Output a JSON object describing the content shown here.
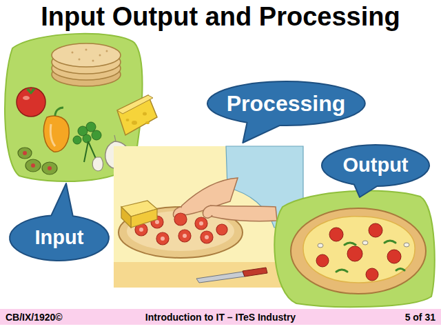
{
  "diagram": {
    "title": "Input Output and Processing",
    "nodes": [
      {
        "text": [
          "Processing"
        ]
      },
      {
        "text": [
          "Output"
        ]
      },
      {
        "text": [
          "Input"
        ]
      }
    ],
    "labels": [
      "CB/IX/1920©",
      "Introduction to IT – ITeS Industry",
      "5 of 31"
    ]
  }
}
